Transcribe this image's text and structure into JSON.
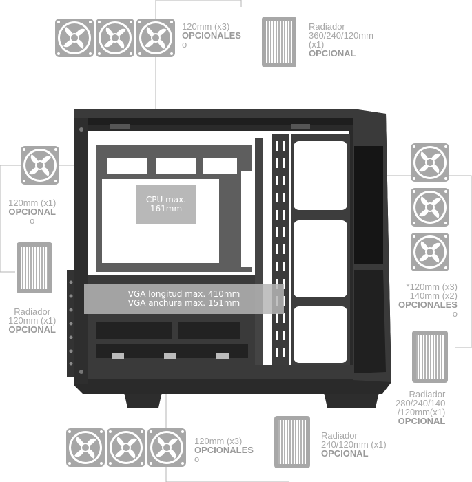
{
  "top_fans": {
    "l1": "120mm (x3)",
    "l2": "OPCIONALES",
    "l3": "o"
  },
  "top_rad": {
    "l1": "Radiador",
    "l2": "360/240/120mm",
    "l3": "(x1)",
    "l4": "OPCIONAL"
  },
  "rear_fan": {
    "l1": "120mm (x1)",
    "l2": "OPCIONAL",
    "l3": "o"
  },
  "rear_rad": {
    "l1": "Radiador",
    "l2": "120mm (x1)",
    "l3": "OPCIONAL"
  },
  "front_fans": {
    "l1": "*120mm (x3)",
    "l2": "140mm (x2)",
    "l3": "OPCIONALES",
    "l4": "o"
  },
  "front_rad": {
    "l1": "Radiador",
    "l2": "280/240/140",
    "l3": "/120mm(x1)",
    "l4": "OPCIONAL"
  },
  "bottom_fans": {
    "l1": "120mm (x3)",
    "l2": "OPCIONALES",
    "l3": "o"
  },
  "bottom_rad": {
    "l1": "Radiador",
    "l2": "240/120mm (x1)",
    "l3": "OPCIONAL"
  },
  "cpu": {
    "l1": "CPU max.",
    "l2": "161mm"
  },
  "vga": {
    "l1": "VGA longitud max. 410mm",
    "l2": "VGA anchura max. 151mm"
  },
  "colors": {
    "fan": "#a7a7a7",
    "case": "#2b2b2b",
    "label": "#a8a8a8"
  }
}
